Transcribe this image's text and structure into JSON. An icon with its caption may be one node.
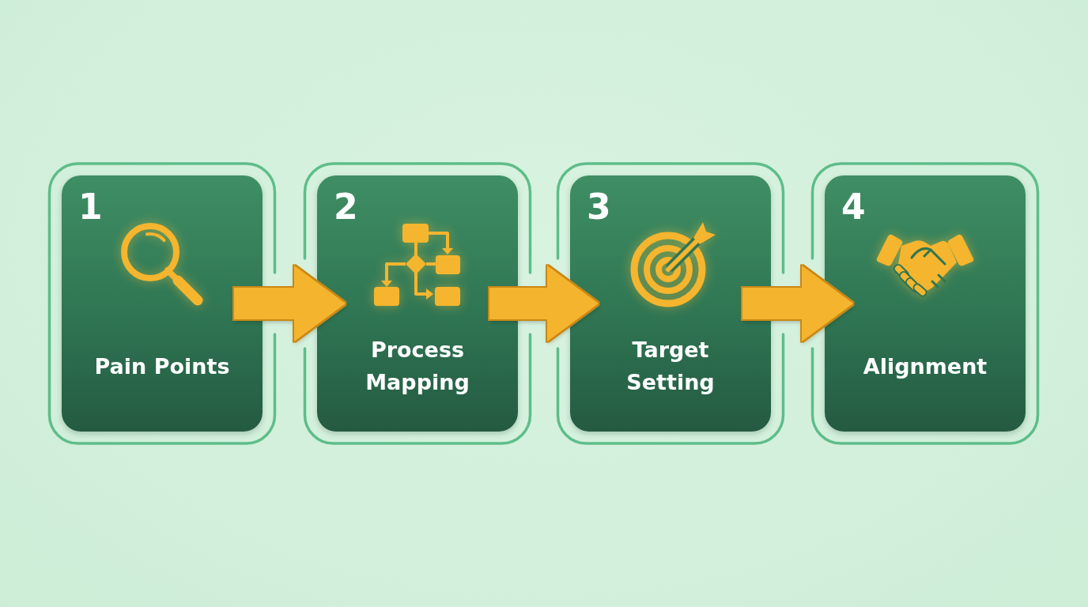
{
  "diagram": {
    "nodes": [
      {
        "text": [
          "1",
          "Pain Points"
        ]
      },
      {
        "text": [
          "2",
          "Process Mapping"
        ]
      },
      {
        "text": [
          "3",
          "Target Setting"
        ]
      },
      {
        "text": [
          "4",
          "Alignment"
        ]
      }
    ],
    "edges": [
      {
        "from": 0,
        "to": 1,
        "arrow": "to"
      },
      {
        "from": 1,
        "to": 2,
        "arrow": "to"
      },
      {
        "from": 2,
        "to": 3,
        "arrow": "to"
      }
    ]
  }
}
